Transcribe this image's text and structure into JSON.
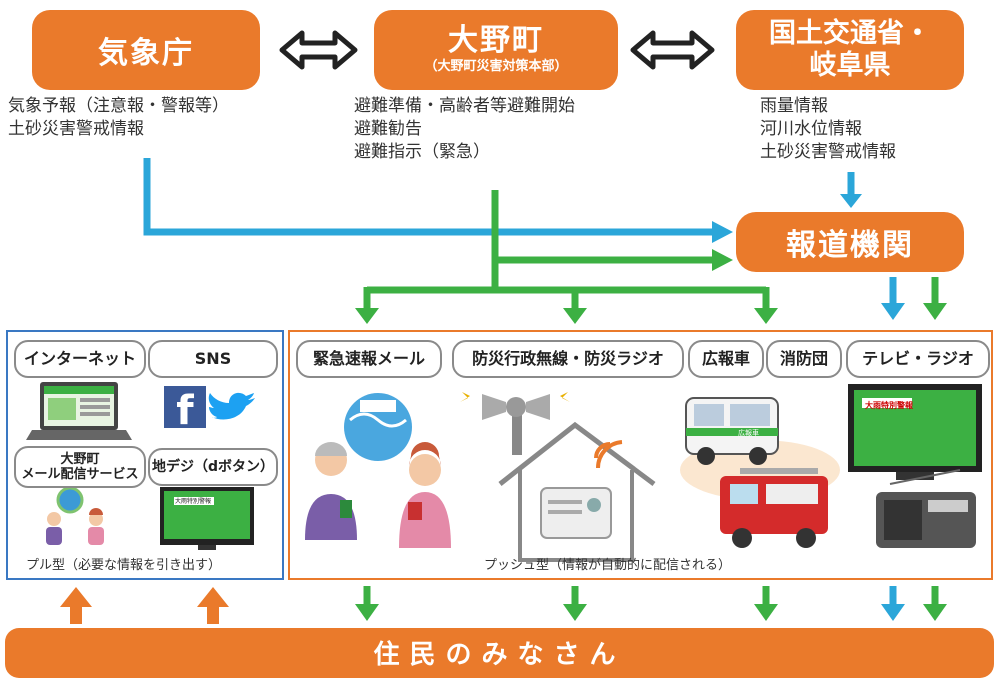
{
  "agencies": {
    "kishocho": {
      "label": "気象庁",
      "info": [
        "気象予報（注意報・警報等）",
        "土砂災害警戒情報"
      ]
    },
    "town": {
      "label": "大野町",
      "sublabel": "（大野町災害対策本部）",
      "info": [
        "避難準備・高齢者等避難開始",
        "避難勧告",
        "避難指示（緊急）"
      ]
    },
    "ministry": {
      "label_lines": [
        "国土交通省・",
        "岐阜県"
      ],
      "info": [
        "雨量情報",
        "河川水位情報",
        "土砂災害警戒情報"
      ]
    }
  },
  "press": {
    "label": "報道機関"
  },
  "pull_channels": {
    "internet": "インターネット",
    "sns": "SNS",
    "mail_lines": [
      "大野町",
      "メール配信サービス"
    ],
    "dtv": "地デジ（dボタン）",
    "caption": "プル型（必要な情報を引き出す）"
  },
  "push_channels": {
    "emergency_mail": "緊急速報メール",
    "radio_system": "防災行政無線・防災ラジオ",
    "pr_car": "広報車",
    "fire_brigade": "消防団",
    "tv_radio": "テレビ・ラジオ",
    "caption": "プッシュ型（情報が自動的に配信される）"
  },
  "screen_labels": {
    "tv_alert": "大雨特別警報",
    "car_label": "広報車",
    "dtv_alert": "大雨特別警報"
  },
  "residents": {
    "label": "住民のみなさん"
  },
  "colors": {
    "orange": "#ea7a2b",
    "blue_arrow": "#2ba6d9",
    "green_arrow": "#3cb043",
    "pull_border": "#3a78c3",
    "push_border": "#ea7a2b"
  }
}
